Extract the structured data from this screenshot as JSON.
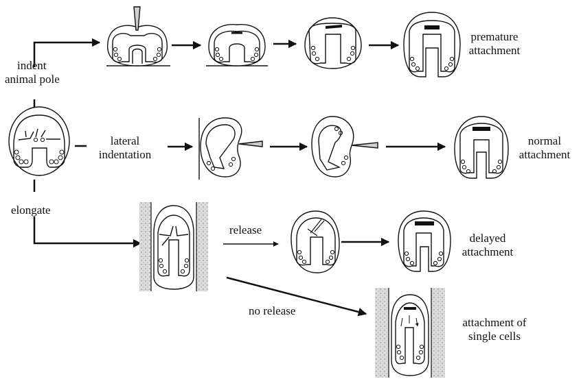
{
  "labels": {
    "indent_line1": "indent",
    "indent_line2": "animal pole",
    "lateral_line1": "lateral",
    "lateral_line2": "indentation",
    "elongate": "elongate",
    "release": "release",
    "no_release": "no release",
    "premature_line1": "premature",
    "premature_line2": "attachment",
    "normal_line1": "normal",
    "normal_line2": "attachment",
    "delayed_line1": "delayed",
    "delayed_line2": "attachment",
    "single_line1": "attachment of",
    "single_line2": "single cells"
  }
}
